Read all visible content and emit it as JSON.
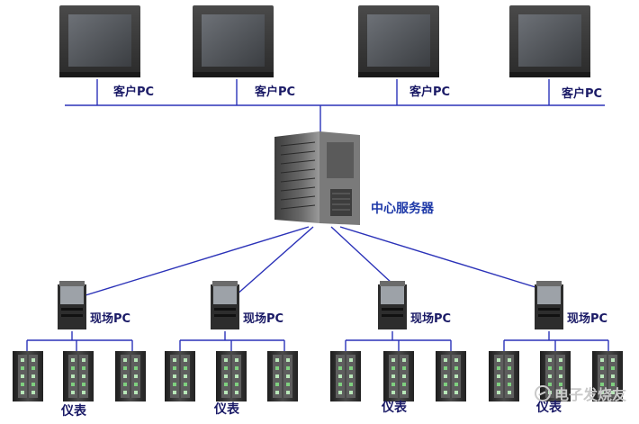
{
  "client_pcs": [
    {
      "label": "客户PC"
    },
    {
      "label": "客户PC"
    },
    {
      "label": "客户PC"
    },
    {
      "label": "客户PC"
    }
  ],
  "server": {
    "label": "中心服务器"
  },
  "site_pcs": [
    {
      "label": "现场PC",
      "meter_label": "仪表"
    },
    {
      "label": "现场PC",
      "meter_label": "仪表"
    },
    {
      "label": "现场PC",
      "meter_label": "仪表"
    },
    {
      "label": "现场PC",
      "meter_label": "仪表"
    }
  ],
  "meters_per_site": 3,
  "colors": {
    "line": "#2b32b8",
    "label": "#1a1a66",
    "server_label": "#1f3aa8",
    "device_body": "#3a3a3a"
  },
  "watermark": {
    "text": "电子发烧友"
  }
}
